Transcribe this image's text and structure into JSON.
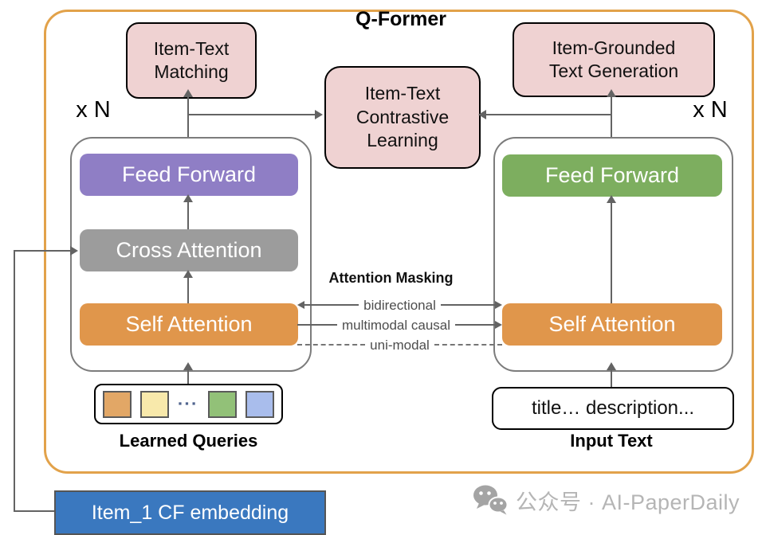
{
  "title": "Q-Former",
  "objectives": {
    "item_text_matching": [
      "Item-Text",
      "Matching"
    ],
    "item_text_contrastive": [
      "Item-Text",
      "Contrastive",
      "Learning"
    ],
    "item_grounded_generation": [
      "Item-Grounded",
      "Text Generation"
    ]
  },
  "repeat_labels": {
    "left": "x N",
    "right": "x N"
  },
  "left_tower": {
    "feed_forward": "Feed Forward",
    "cross_attention": "Cross Attention",
    "self_attention": "Self Attention"
  },
  "right_tower": {
    "feed_forward": "Feed Forward",
    "self_attention": "Self Attention"
  },
  "attention_masking": {
    "title": "Attention Masking",
    "rows": [
      {
        "label": "bidirectional",
        "line": "solid"
      },
      {
        "label": "multimodal causal",
        "line": "solid"
      },
      {
        "label": "uni-modal",
        "line": "dashed"
      }
    ]
  },
  "learned_queries": {
    "label": "Learned Queries",
    "ellipsis": "▪▪▪",
    "square_colors": [
      "#e2a766",
      "#f8e9ab",
      "#92c178",
      "#a9bdec"
    ]
  },
  "input_text": {
    "value": "title… description...",
    "label": "Input Text"
  },
  "cf_embedding": {
    "label": "Item_1 CF embedding"
  },
  "watermark": {
    "text": "公众号 · AI-PaperDaily"
  },
  "colors": {
    "container_border": "#e2a24a",
    "objective_fill": "#efd2d2",
    "feed_forward_left": "#8f7ec5",
    "cross_attention": "#9c9c9c",
    "self_attention": "#e0964b",
    "feed_forward_right": "#7dae5f",
    "cf_embedding_fill": "#3a78bf",
    "arrow": "#636363"
  }
}
